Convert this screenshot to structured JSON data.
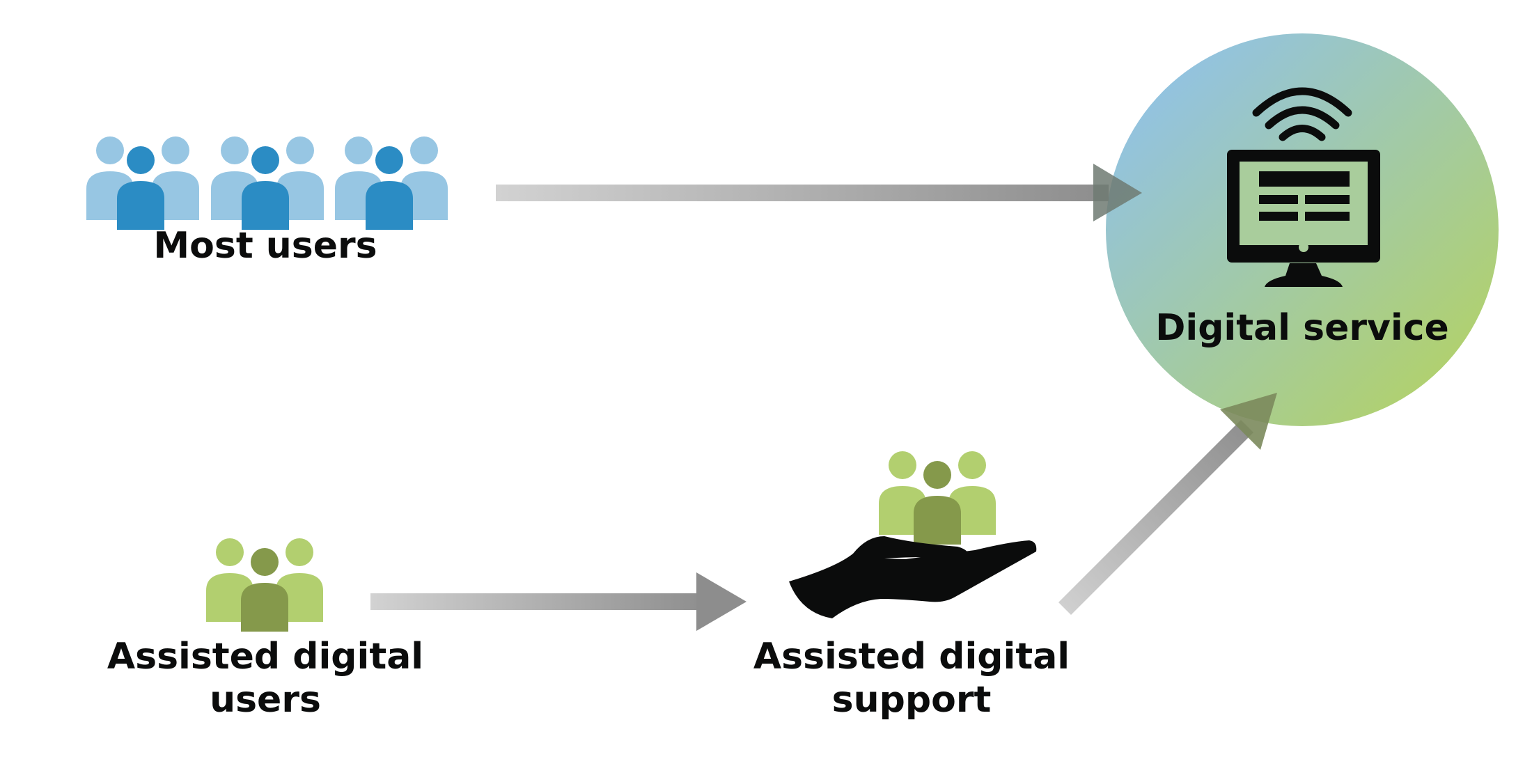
{
  "nodes": {
    "most_users": {
      "label": "Most users",
      "icon": "people-group-icon"
    },
    "assisted_users": {
      "label_line1": "Assisted digital",
      "label_line2": "users",
      "icon": "people-group-icon"
    },
    "assisted_support": {
      "label_line1": "Assisted digital",
      "label_line2": "support",
      "icon": "hand-holding-people-icon"
    },
    "digital_service": {
      "label": "Digital service",
      "icon": "computer-monitor-wifi-icon"
    }
  },
  "edges": [
    {
      "from": "most_users",
      "to": "digital_service"
    },
    {
      "from": "assisted_users",
      "to": "assisted_support"
    },
    {
      "from": "assisted_support",
      "to": "digital_service"
    }
  ],
  "colors": {
    "blue_light": "#97c6e3",
    "blue_dark": "#2b8cc4",
    "green_light": "#b2cf6f",
    "green_dark": "#85994b",
    "arrow_start": "#d2d2d2",
    "arrow_end": "#8d8d8d",
    "circle_start": "#91c2e6",
    "circle_end": "#b6d35a",
    "text": "#0b0c0c"
  }
}
